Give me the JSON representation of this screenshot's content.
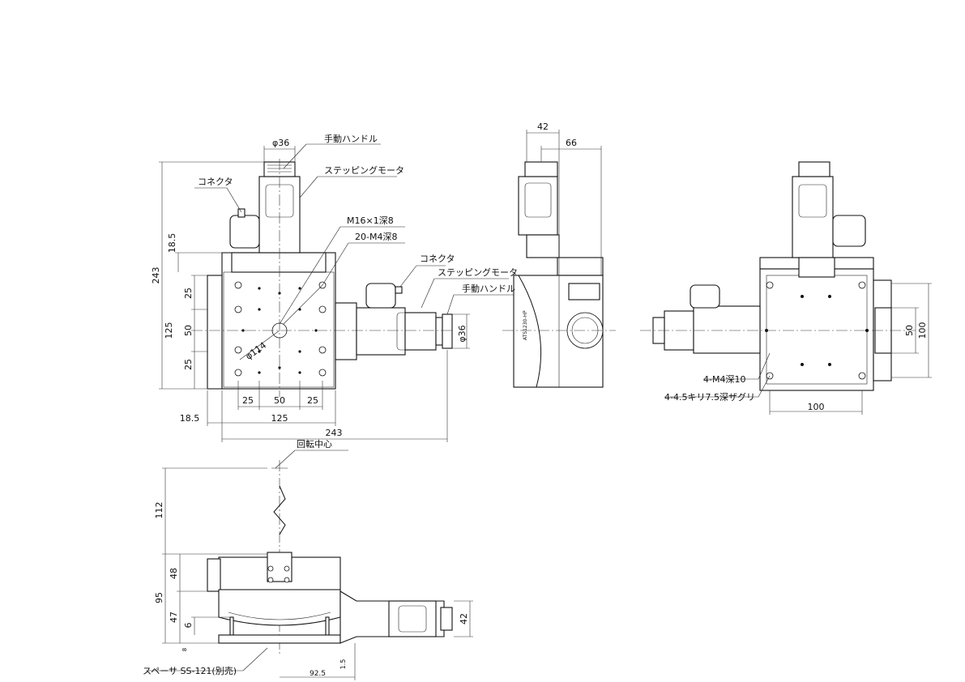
{
  "labels": {
    "manual_handle": "手動ハンドル",
    "stepping_motor": "ステッピングモータ",
    "connector": "コネクタ",
    "m16_thread": "M16×1深8",
    "m4_holes_20": "20-M4深8",
    "rotation_center": "回転中心",
    "m4_holes_4": "4-M4深10",
    "counterbore_holes": "4-4.5キリ7.5深ザグリ",
    "spacer": "スペーサ SS-121(別売)",
    "model": "ATS1230-HP"
  },
  "dims": {
    "d36_top": "φ36",
    "d36_side": "φ36",
    "d114": "φ114",
    "v243": "243",
    "v18_5": "18.5",
    "v25a": "25",
    "v50": "50",
    "v25b": "25",
    "v125": "125",
    "h25a": "25",
    "h50": "50",
    "h25b": "25",
    "h18_5": "18.5",
    "h125": "125",
    "h243": "243",
    "side_42": "42",
    "side_66": "66",
    "r_50": "50",
    "r_100": "100",
    "r_h100": "100",
    "b_112": "112",
    "b_48": "48",
    "b_95": "95",
    "b_47": "47",
    "b_6": "6",
    "b_8": "8",
    "b_42": "42",
    "b_1_5": "1.5",
    "b_92_5": "92.5"
  }
}
